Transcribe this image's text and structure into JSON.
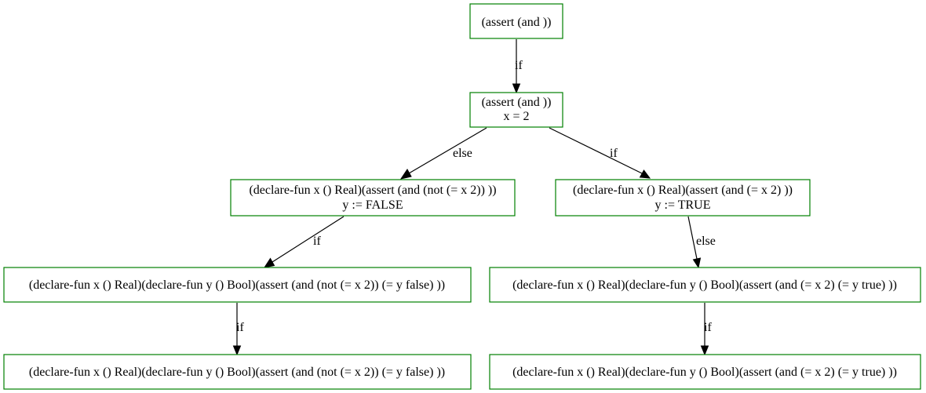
{
  "colors": {
    "node_border": "#008000",
    "edge": "#000000",
    "text": "#000000",
    "background": "#ffffff"
  },
  "nodes": {
    "n0": {
      "line1": "(assert (and ))",
      "line2": ""
    },
    "n1": {
      "line1": "(assert (and ))",
      "line2": "x = 2"
    },
    "n2": {
      "line1": "(declare-fun x () Real)(assert (and (not (= x 2)) ))",
      "line2": "y := FALSE"
    },
    "n3": {
      "line1": "(declare-fun x () Real)(assert (and (= x 2) ))",
      "line2": "y := TRUE"
    },
    "n4": {
      "line1": "(declare-fun x () Real)(declare-fun y () Bool)(assert (and (not (= x 2)) (= y false) ))",
      "line2": ""
    },
    "n5": {
      "line1": "(declare-fun x () Real)(declare-fun y () Bool)(assert (and (= x 2) (= y true) ))",
      "line2": ""
    },
    "n6": {
      "line1": "(declare-fun x () Real)(declare-fun y () Bool)(assert (and (not (= x 2)) (= y false) ))",
      "line2": ""
    },
    "n7": {
      "line1": "(declare-fun x () Real)(declare-fun y () Bool)(assert (and (= x 2) (= y true) ))",
      "line2": ""
    }
  },
  "edges": {
    "e0": {
      "from": "n0",
      "to": "n1",
      "label": "if"
    },
    "e1": {
      "from": "n1",
      "to": "n2",
      "label": "else"
    },
    "e2": {
      "from": "n1",
      "to": "n3",
      "label": "if"
    },
    "e3": {
      "from": "n2",
      "to": "n4",
      "label": "if"
    },
    "e4": {
      "from": "n3",
      "to": "n5",
      "label": "else"
    },
    "e5": {
      "from": "n4",
      "to": "n6",
      "label": "if"
    },
    "e6": {
      "from": "n5",
      "to": "n7",
      "label": "if"
    }
  }
}
